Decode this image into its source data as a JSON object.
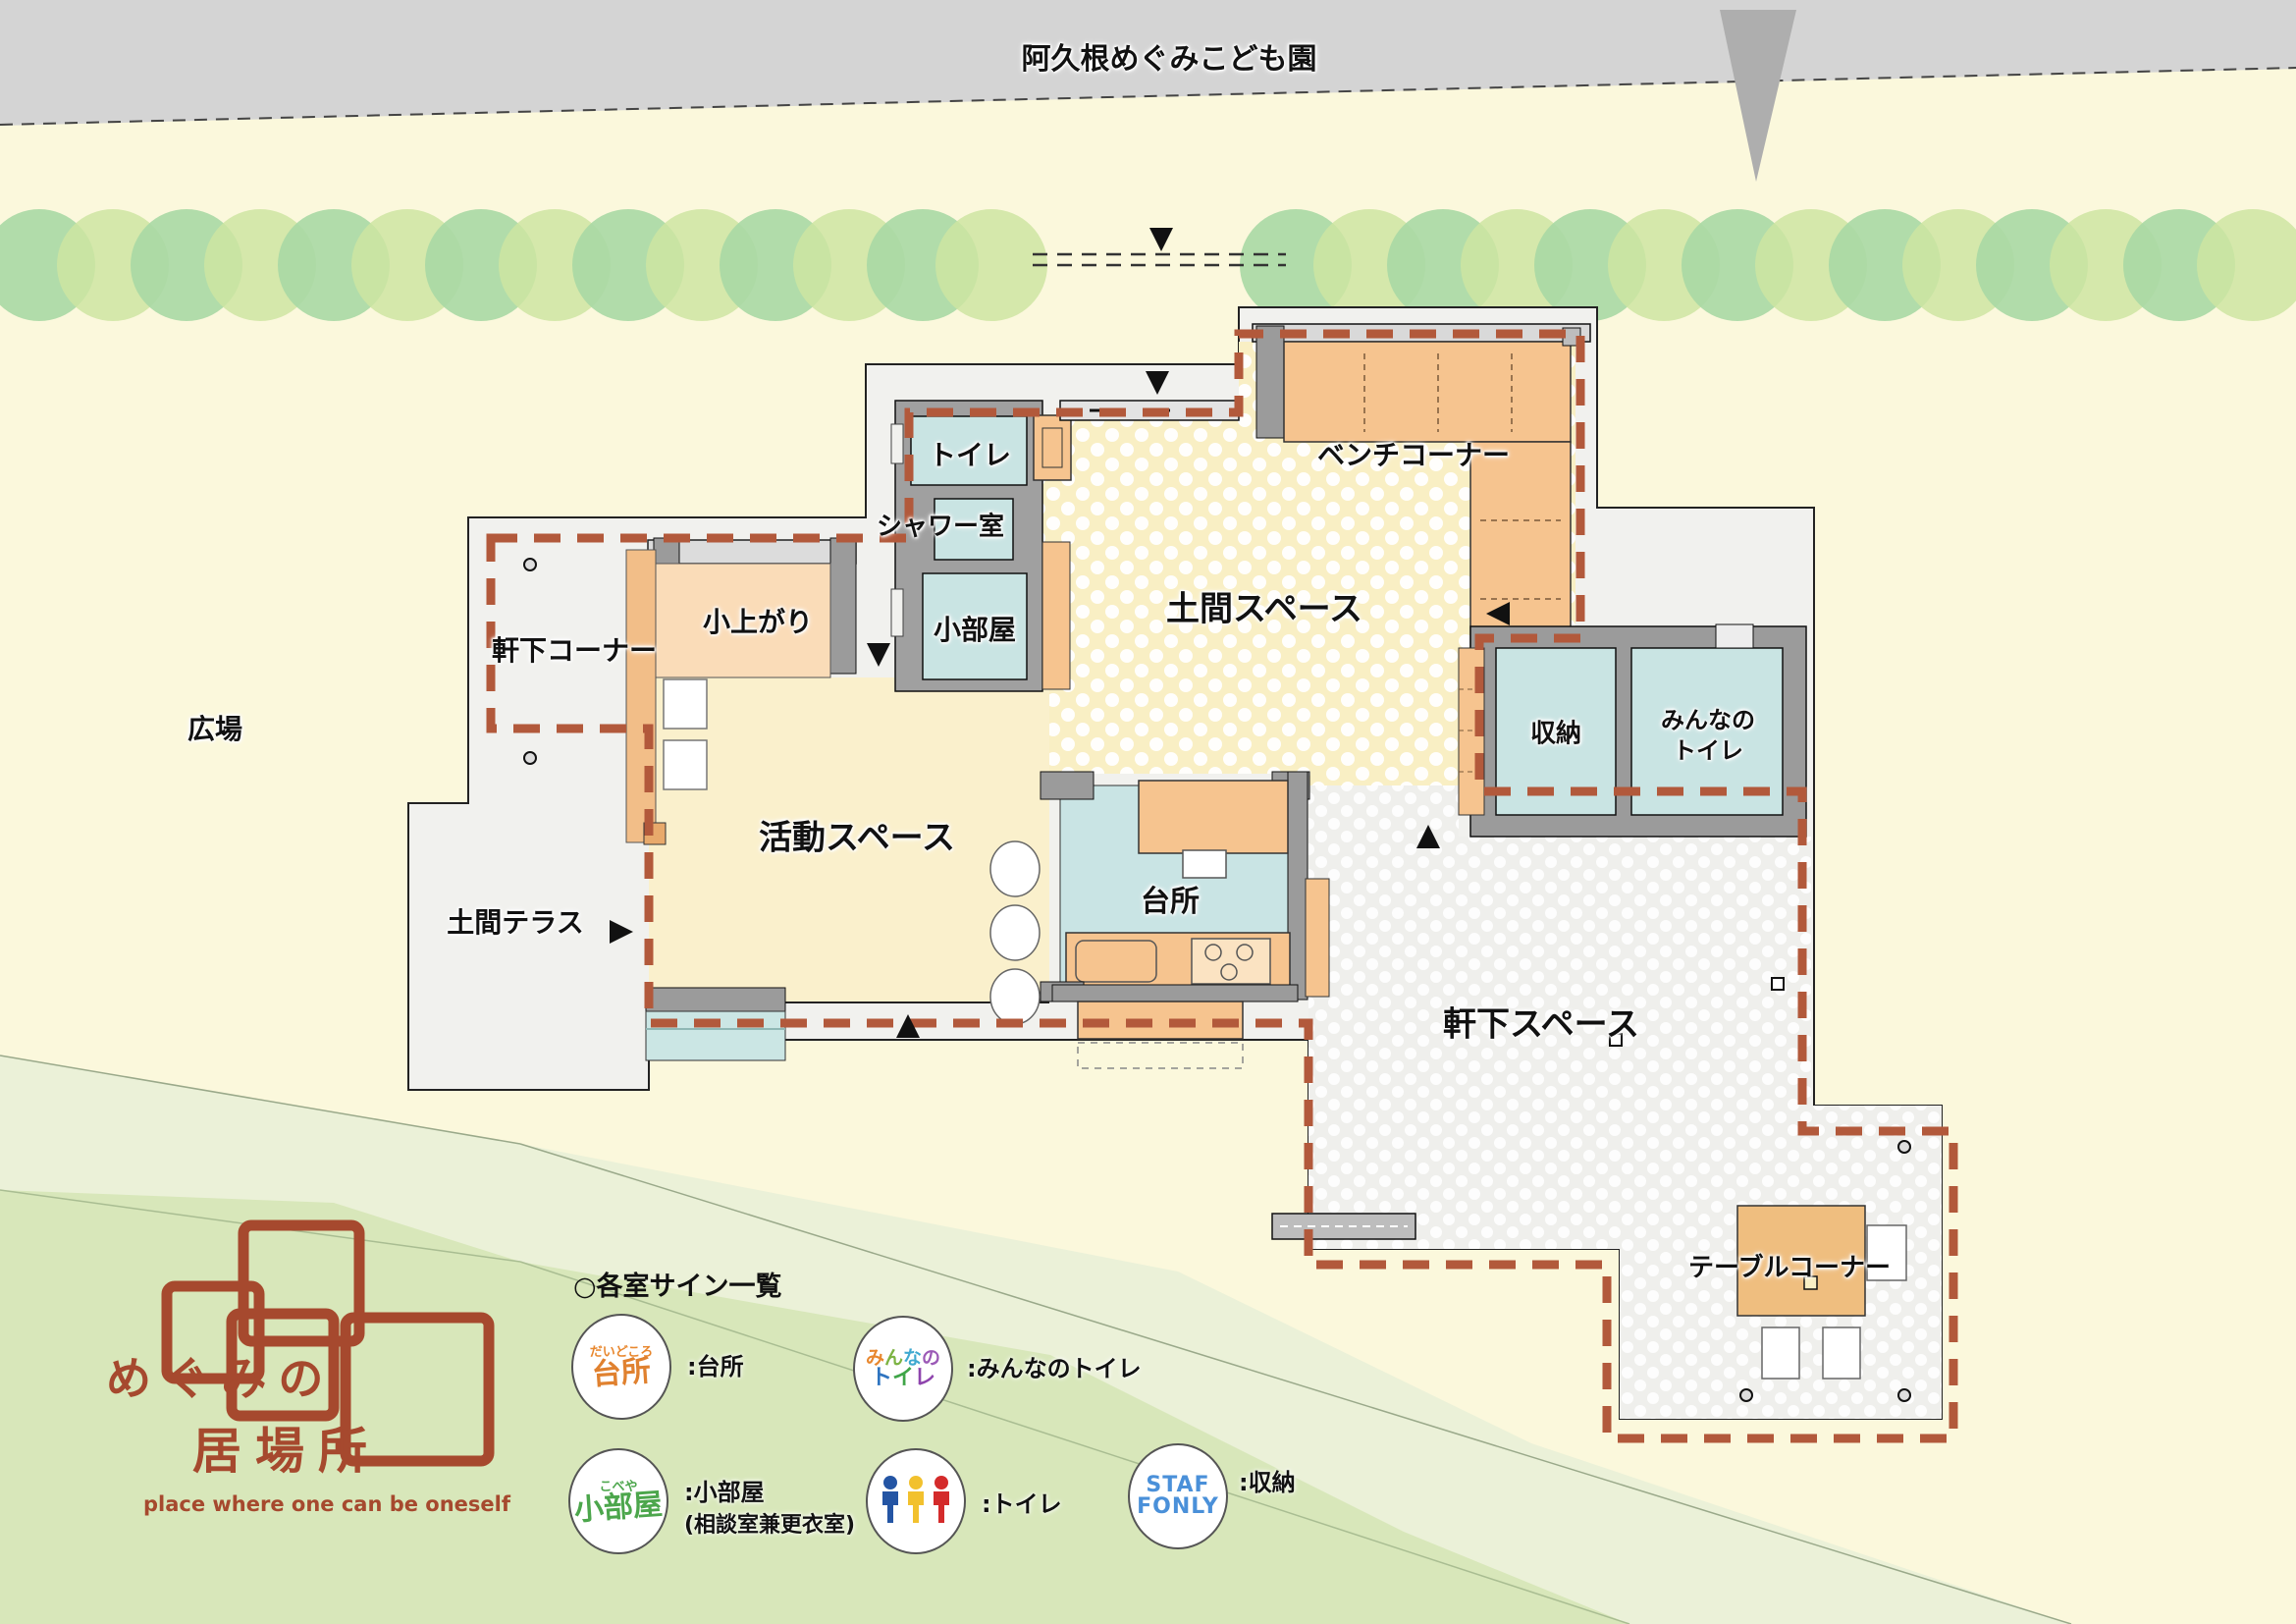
{
  "header": {
    "neighbor": "阿久根めぐみこども園"
  },
  "plan_labels": {
    "hiroba": "広場",
    "nokishita_corner": "軒下コーナー",
    "koagari": "小上がり",
    "toilet": "トイレ",
    "shower": "シャワー室",
    "kobeya": "小部屋",
    "katsudo": "活動スペース",
    "doma_terrace": "土間テラス",
    "doma_space": "土間スペース",
    "bench_corner": "ベンチコーナー",
    "kitchen": "台所",
    "shuno": "収納",
    "minna1": "みんなの",
    "minna2": "トイレ",
    "nokishita_space": "軒下スペース",
    "table_corner": "テーブルコーナー"
  },
  "logo": {
    "jp1": "めぐみの",
    "jp2": "居場所",
    "en": "place where one can be oneself"
  },
  "legend": {
    "title": "○各室サイン一覧",
    "items": [
      {
        "furigana": "だいどころ",
        "sign": "台所",
        "label": ":台所"
      },
      {
        "sign_line1": "みんなの",
        "sign_line2": "トイレ",
        "label": ":みんなのトイレ"
      },
      {
        "furigana": "こべや",
        "sign": "小部屋",
        "label": ":小部屋",
        "label2": "(相談室兼更衣室)"
      },
      {
        "icon": "three-people-icon",
        "label": ":トイレ"
      },
      {
        "sign_line1": "STAF",
        "sign_line2": "FONLY",
        "label": ":収納"
      }
    ]
  },
  "colors": {
    "roof_dash": "#B2593B",
    "logo_brown": "#A6492E",
    "room_blue": "#C9E4E3",
    "furniture_orange": "#F6C48F",
    "floor_cream": "#FAF0C8",
    "site_gray": "#F1F1EE",
    "tree_green": "#A9D8A4",
    "tree_yellow_green": "#CEE5A2",
    "band_gray": "#D4D4D4"
  }
}
